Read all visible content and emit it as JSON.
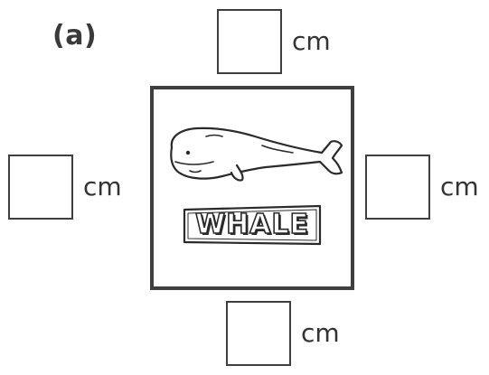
{
  "part_label": "(a)",
  "unit": "cm",
  "boxes": {
    "top": {
      "value": ""
    },
    "left": {
      "value": ""
    },
    "right": {
      "value": ""
    },
    "bottom": {
      "value": ""
    }
  },
  "card": {
    "word": "WHALE",
    "picture": "whale-illustration"
  }
}
